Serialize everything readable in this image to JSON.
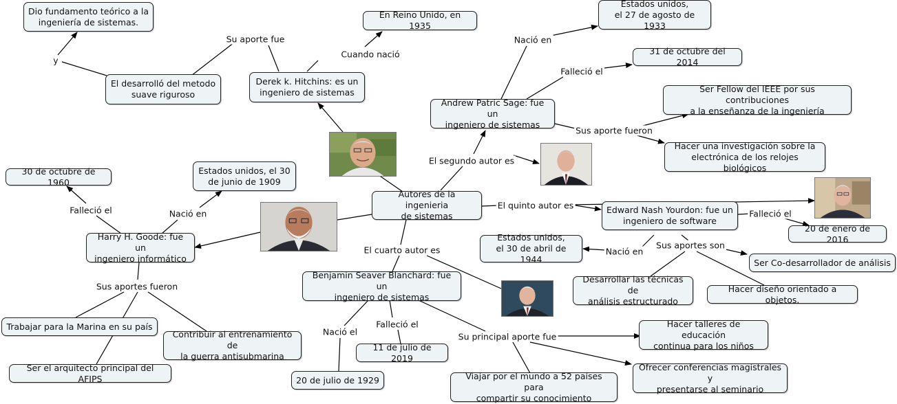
{
  "concepts": {
    "root": "Autores de la ingenieria\nde sistemas",
    "derek": "Derek k. Hitchins: es un\ningeniero de sistemas",
    "reino": "En Reino Unido, en 1935",
    "desarrollo": "El desarrolló del metodo\nsuave riguroso",
    "fundamento": "Dio fundamento teórico a la\ningeniería de sistemas.",
    "sage": "Andrew Patric Sage: fue un\ningeniero de sistemas",
    "eeuu1933": "Estados unidos,\nel 27 de agosto de 1933",
    "oct2014": "31 de octubre del 2014",
    "fellow": "Ser Fellow del IEEE por sus contribuciones\na la enseñanza de la ingeniería",
    "relojes": "Hacer una investigación sobre la\nelectrónica de los relojes biológicos",
    "goode": "Harry H. Goode: fue un\ningeniero informático",
    "oct1960": "30 de octubre de 1960",
    "jun1909": "Estados unidos, el 30\nde junio de 1909",
    "marina": "Trabajar para la Marina en su país",
    "antisub": "Contribuir al entrenamiento de\nla guerra antisubmarina",
    "afips": "Ser el arquitecto principal del AFIPS",
    "blanchard": "Benjamin Seaver Blanchard: fue un\ningeniero de sistemas",
    "jul1929": "20 de julio de 1929",
    "jul2019": "11 de julio de 2019",
    "talleres": "Hacer talleres de educación\ncontinua para los niños",
    "conferencias": "Ofrecer conferencias magistrales y\npresentarse al seminario",
    "viajar": "Viajar por el mundo a 52 países para\ncompartir su conocimiento",
    "yourdon": "Edward Nash Yourdon: fue un\ningeniero de software",
    "ene2016": "20 de enero de 2016",
    "abr1944": "Estados unidos,\nel 30 de abril de 1944",
    "codesarrollador": "Ser Co-desarrollador de análisis",
    "tecnicas": "Desarrollar las técnicas de\nanálisis estructurado",
    "objetos": "Hacer diseño orientado a objetos."
  },
  "links": {
    "su_aporte_fue": "Su aporte fue",
    "cuando_nacio": "Cuando nació",
    "y": "y",
    "nacio_en_sage": "Nació en",
    "fallecio_sage": "Falleció el",
    "aportes_sage": "Sus aporte fueron",
    "segundo": "El segundo autor es",
    "quinto": "El quinto autor es",
    "fallecio_yourdon": "Falleció el",
    "nacio_yourdon": "Nació en",
    "aportes_yourdon": "Sus aportes son",
    "cuarto": "El cuarto autor es",
    "fallecio_goode": "Falleció el",
    "nacio_goode": "Nació en",
    "aportes_goode": "Sus aportes fueron",
    "nacio_blanchard": "Nació el",
    "fallecio_blanchard": "Falleció el",
    "principal_aporte": "Su principal aporte fue"
  }
}
